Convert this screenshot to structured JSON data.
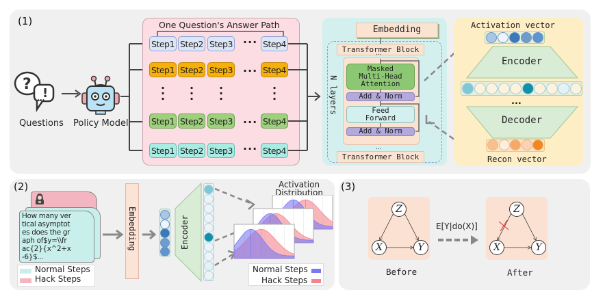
{
  "panel1": {
    "label": "(1)",
    "questions_label": "Questions",
    "policy_label": "Policy Model",
    "answer_path_title": "One Question's Answer Path",
    "step_rows": [
      {
        "color": "#dde6f7",
        "steps": [
          "Step1",
          "Step2",
          "Step3",
          "Step4"
        ]
      },
      {
        "color": "#f5b00c",
        "steps": [
          "Step1",
          "Step2",
          "Step3",
          "Step4"
        ]
      },
      {
        "color": "#9ed07e",
        "steps": [
          "Step1",
          "Step2",
          "Step3",
          "Step4"
        ]
      },
      {
        "color": "#a9ece3",
        "steps": [
          "Step1",
          "Step2",
          "Step3",
          "Step4"
        ]
      }
    ],
    "ellipsis": "···",
    "transformer": {
      "embedding": "Embedding",
      "block_top": "Transformer Block",
      "block_bottom": "Transformer Block",
      "n_layers": "N layers",
      "attention": "Masked Multi-Head Attention",
      "attention_lines": [
        "Masked",
        "Multi-Head",
        "Attention"
      ],
      "add_norm_1": "Add & Norm",
      "feed_forward_lines": [
        "Feed",
        "Forward"
      ],
      "add_norm_2": "Add & Norm",
      "vdots": "..."
    },
    "sae": {
      "activation_label": "Activation vector",
      "encoder": "Encoder",
      "decoder": "Decoder",
      "recon_label": "Recon vector",
      "dots": "...",
      "activation_colors": [
        "#a8c6e6",
        "#eef4fc",
        "#3b78bb",
        "#6f9ccc",
        "#5f95cf"
      ],
      "latent_colors": [
        "#7fc7d6",
        "#fdf3dc",
        "#fdf3dc",
        "#fdf3dc",
        "#fdf3dc",
        "#118fa8",
        "#fdf3dc",
        "#fdf3dc",
        "#e3f3f5",
        "#fdf3dc"
      ],
      "recon_colors": [
        "#f8c08e",
        "#fdeee0",
        "#f7a866",
        "#fbd2b4",
        "#f5861e"
      ]
    }
  },
  "panel2": {
    "label": "(2)",
    "question_text": "How many vertical asymptotes does the graph of$y=\\\\frac{2}{x^2+x-6}$...",
    "question_lines": [
      "How many ver",
      "tical asymptot",
      "es does the gr",
      "aph of$y=\\\\fr",
      "ac{2}{x^2+x",
      "-6}$..."
    ],
    "legend_normal": "Normal Steps",
    "legend_hack": "Hack Steps",
    "embedding": "Embedding",
    "encoder": "Encoder",
    "dist_title_lines": [
      "Activation",
      "Distribution"
    ],
    "dist_legend_normal": "Normal Steps",
    "dist_legend_hack": "Hack Steps",
    "colors": {
      "normal": "#7b78f0",
      "hack": "#f4858e",
      "normal_card": "#c9efec",
      "hack_card": "#f3b6c1"
    }
  },
  "panel3": {
    "label": "(3)",
    "before_label": "Before",
    "after_label": "After",
    "intervention": "E[Y|do(X)]",
    "nodes": {
      "z": "Z",
      "x": "X",
      "y": "Y"
    }
  }
}
